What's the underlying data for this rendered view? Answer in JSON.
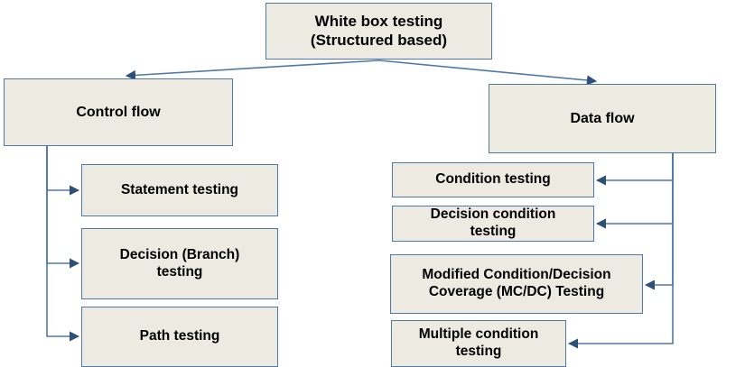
{
  "diagram": {
    "title": "White box testing (Structured based) techniques hierarchy",
    "colors": {
      "node_fill": "#EDEAE2",
      "node_border": "#4F79A8",
      "connector": "#4F79A8",
      "arrowhead": "#2E5077",
      "text": "#000000",
      "background": "#FFFFFF"
    },
    "nodes": [
      {
        "id": "root",
        "label": "White box testing\n(Structured based)"
      },
      {
        "id": "control",
        "label": "Control flow"
      },
      {
        "id": "dataflow",
        "label": "Data flow"
      },
      {
        "id": "statement",
        "label": "Statement testing"
      },
      {
        "id": "decision",
        "label": "Decision (Branch)\ntesting"
      },
      {
        "id": "path",
        "label": "Path testing"
      },
      {
        "id": "condition",
        "label": "Condition testing"
      },
      {
        "id": "deccond",
        "label": "Decision condition\ntesting"
      },
      {
        "id": "mcdc",
        "label": "Modified Condition/Decision\nCoverage (MC/DC) Testing"
      },
      {
        "id": "multi",
        "label": "Multiple condition\ntesting"
      }
    ],
    "edges": [
      {
        "from": "root",
        "to": "control",
        "style": "diagonal-arrow"
      },
      {
        "from": "root",
        "to": "dataflow",
        "style": "diagonal-arrow"
      },
      {
        "from": "control",
        "to": "statement",
        "style": "elbow-arrow"
      },
      {
        "from": "control",
        "to": "decision",
        "style": "elbow-arrow"
      },
      {
        "from": "control",
        "to": "path",
        "style": "elbow-arrow"
      },
      {
        "from": "dataflow",
        "to": "condition",
        "style": "elbow-arrow"
      },
      {
        "from": "dataflow",
        "to": "deccond",
        "style": "elbow-arrow"
      },
      {
        "from": "dataflow",
        "to": "mcdc",
        "style": "elbow-arrow"
      },
      {
        "from": "dataflow",
        "to": "multi",
        "style": "elbow-arrow"
      }
    ]
  }
}
